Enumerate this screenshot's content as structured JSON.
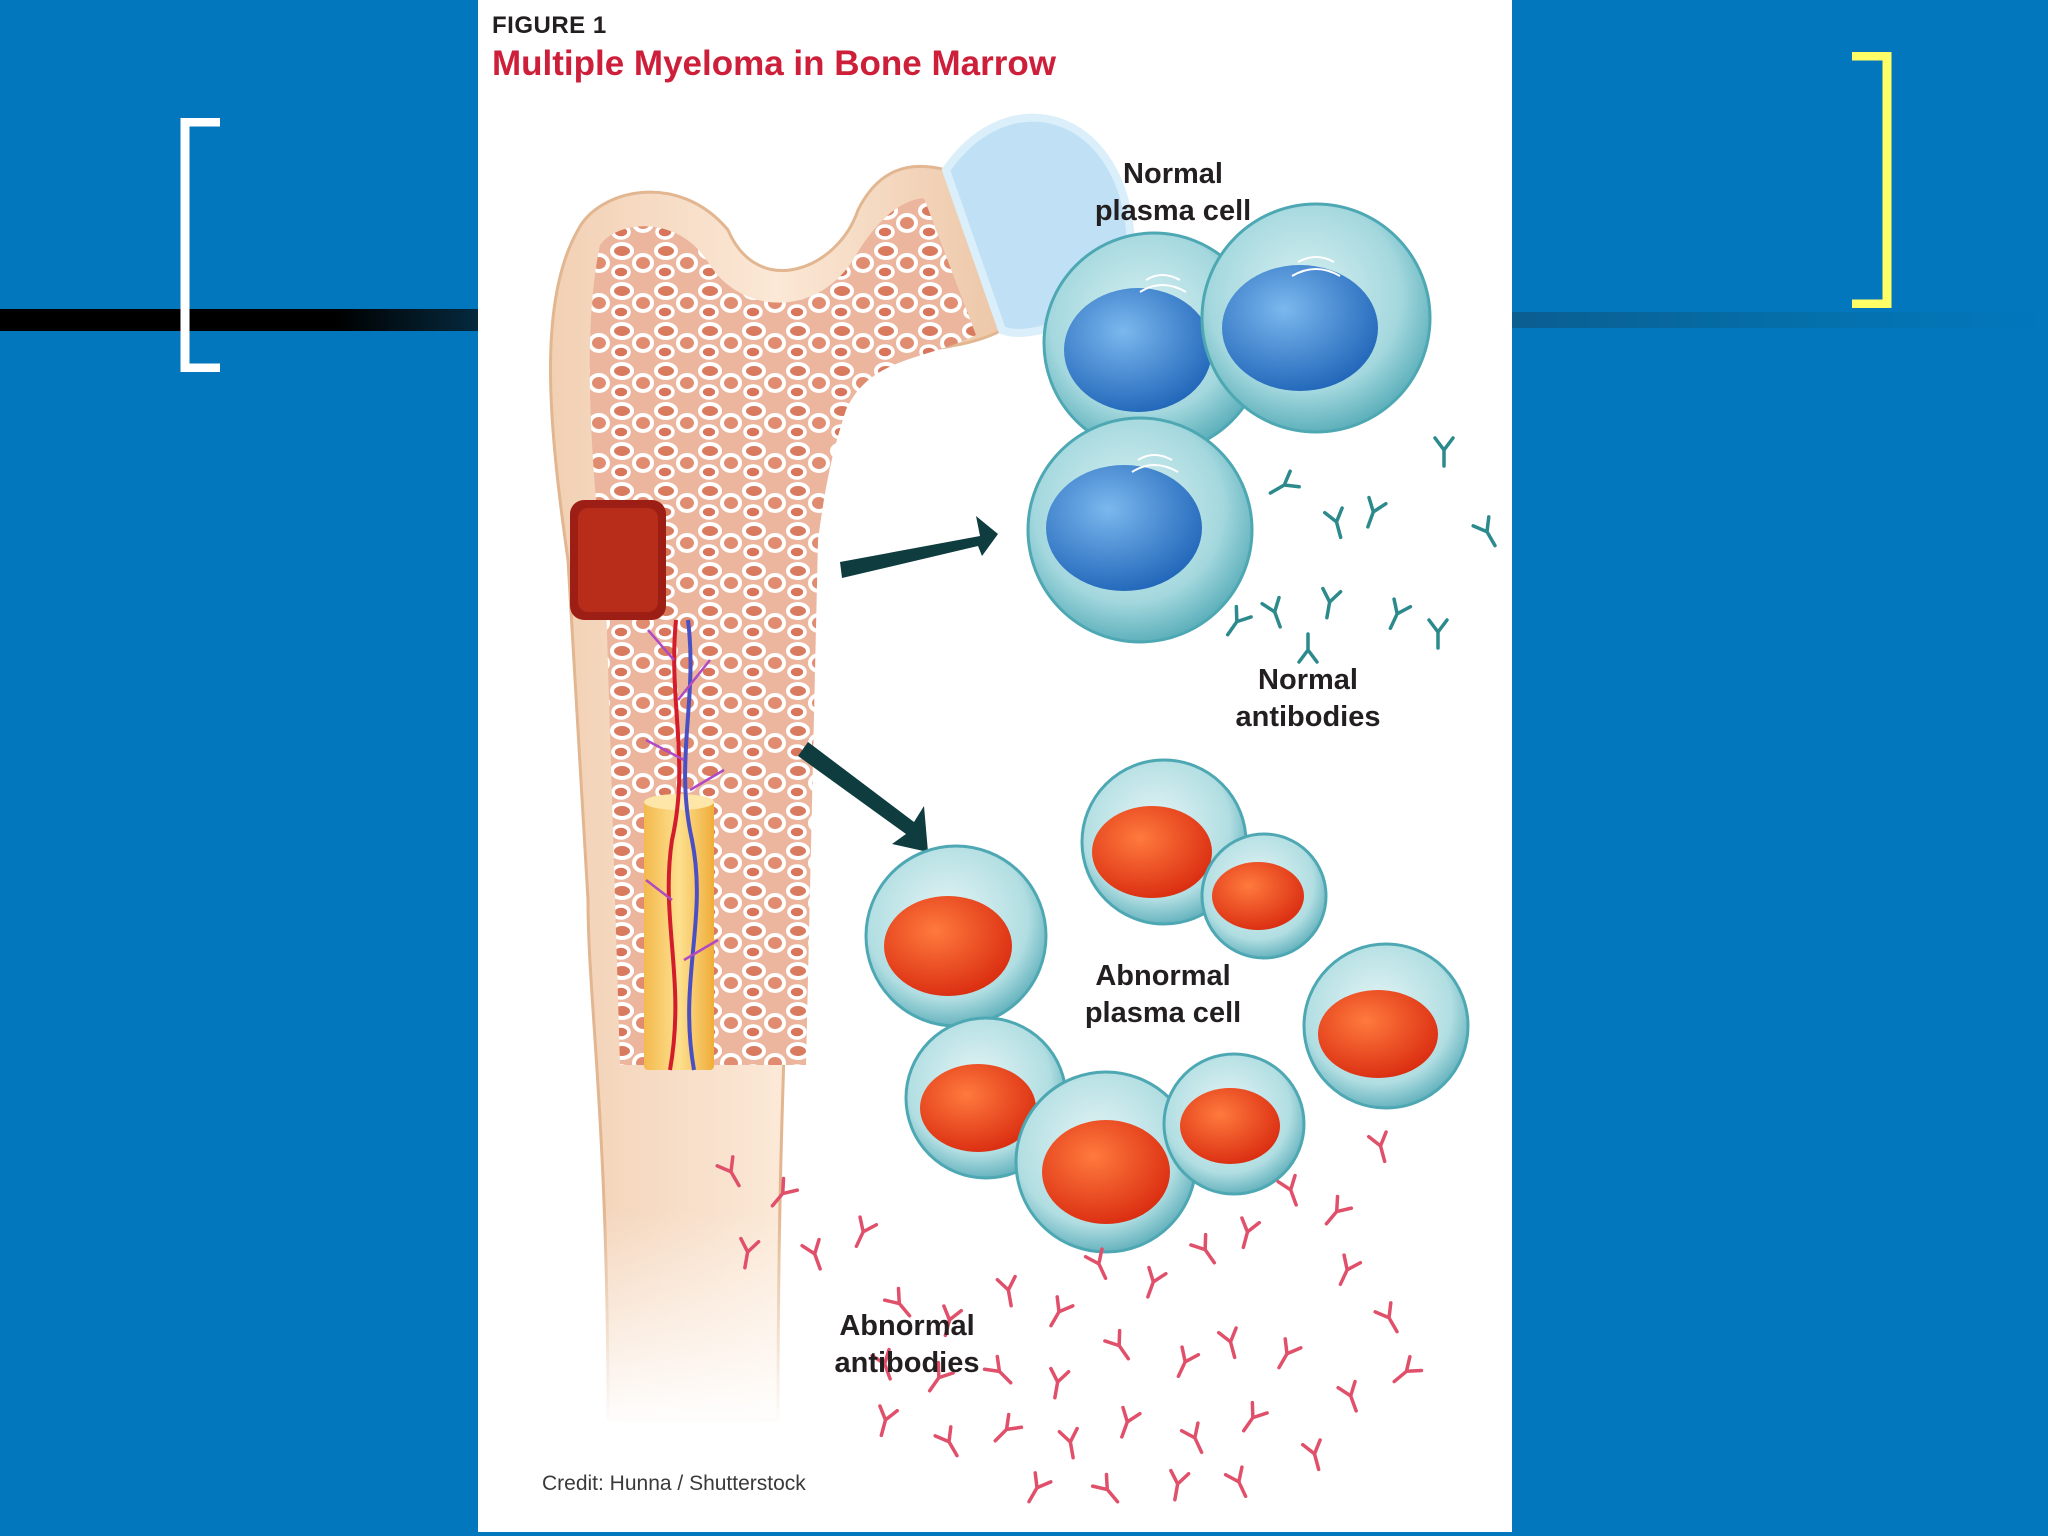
{
  "figure": {
    "label": "FIGURE 1",
    "title": "Multiple Myeloma in Bone Marrow",
    "credit": "Credit: Hunna / Shutterstock"
  },
  "labels": {
    "normal_cell": [
      "Normal",
      "plasma cell"
    ],
    "normal_antibodies": [
      "Normal",
      "antibodies"
    ],
    "abnormal_cell": [
      "Abnormal",
      "plasma cell"
    ],
    "abnormal_antibodies": [
      "Abnormal",
      "antibodies"
    ]
  },
  "colors": {
    "slide_background": "#0277bd",
    "left_bracket": "#ffffff",
    "right_bracket": "#ffff66",
    "title_red": "#cd1f3a",
    "normal_nucleus": "#2f7fd0",
    "abnormal_nucleus": "#e83d18",
    "normal_antibody": "#2c8a8c",
    "abnormal_antibody": "#e0506a",
    "arrow": "#0f3d3f"
  },
  "icons": [
    "bone-icon",
    "normal-plasma-cell-icon",
    "abnormal-plasma-cell-icon",
    "antibody-icon",
    "arrow-icon"
  ]
}
